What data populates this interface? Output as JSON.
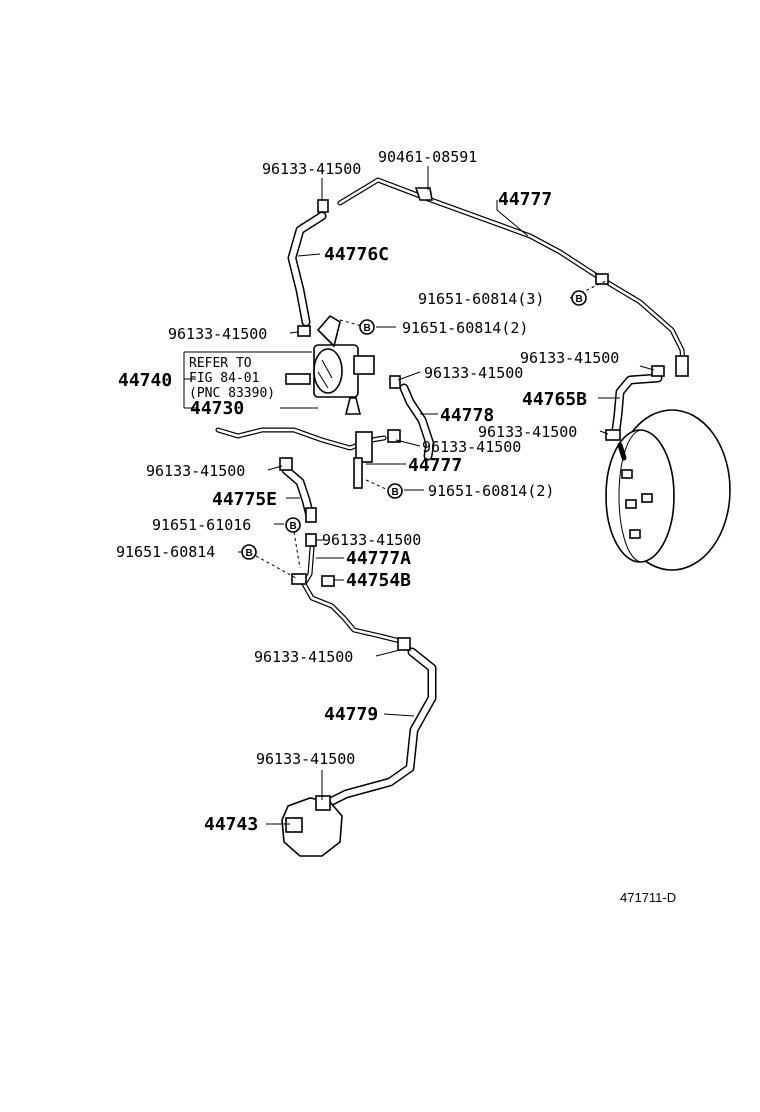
{
  "labels": {
    "l1": "96133-41500",
    "l2": "90461-08591",
    "l3": "44777",
    "l4": "44776C",
    "l5": "91651-60814(3)",
    "l6": "96133-41500",
    "l7": "91651-60814(2)",
    "l8": "96133-41500",
    "l9": "96133-41500",
    "l10": "44765B",
    "l11": "44778",
    "l12": "96133-41500",
    "l13": "96133-41500",
    "l14": "44777",
    "l15": "96133-41500",
    "l16": "91651-60814(2)",
    "l17": "44775E",
    "l18": "91651-61016",
    "l19": "96133-41500",
    "l20": "91651-60814",
    "l21": "44777A",
    "l22": "44754B",
    "l23": "96133-41500",
    "l24": "44779",
    "l25": "96133-41500",
    "l26": "44743",
    "l27": "44740",
    "l28": "44730"
  },
  "refer_box": {
    "line1": "REFER TO",
    "line2": "FIG 84-01",
    "line3": "(PNC 83390)"
  },
  "bolt_marker": "B",
  "diagram_id": "471711-D"
}
